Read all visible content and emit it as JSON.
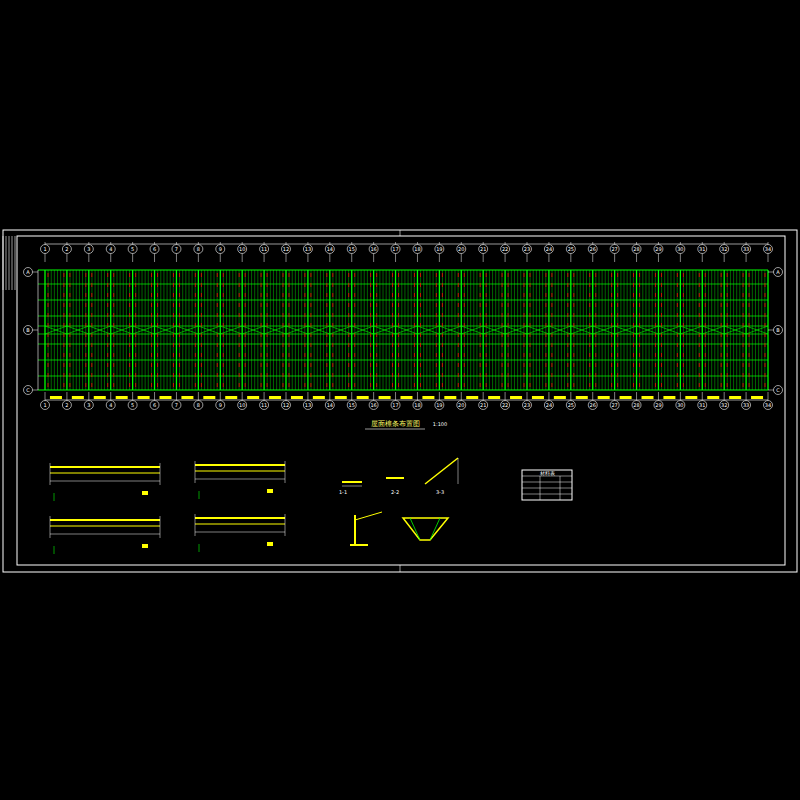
{
  "diagram": {
    "title": "屋面檩条布置图",
    "labels": [
      "1",
      "2",
      "3",
      "4",
      "5",
      "6",
      "7",
      "8",
      "9",
      "10",
      "11",
      "12",
      "13",
      "14",
      "15",
      "16",
      "17",
      "18",
      "19",
      "20",
      "21",
      "22",
      "23",
      "24",
      "25",
      "26",
      "27",
      "28",
      "29",
      "30",
      "31",
      "32",
      "33",
      "34",
      "1",
      "2",
      "3",
      "4",
      "5",
      "6",
      "7",
      "8",
      "9",
      "10",
      "11",
      "12",
      "13",
      "14",
      "15",
      "16",
      "17",
      "18",
      "19",
      "20",
      "21",
      "22",
      "23",
      "24",
      "25",
      "26",
      "27",
      "28",
      "29",
      "30",
      "31",
      "32",
      "33",
      "34",
      "A",
      "B",
      "C",
      "A",
      "B",
      "C",
      "1:100",
      "1-1",
      "2-2",
      "3-3",
      "材料表"
    ]
  }
}
